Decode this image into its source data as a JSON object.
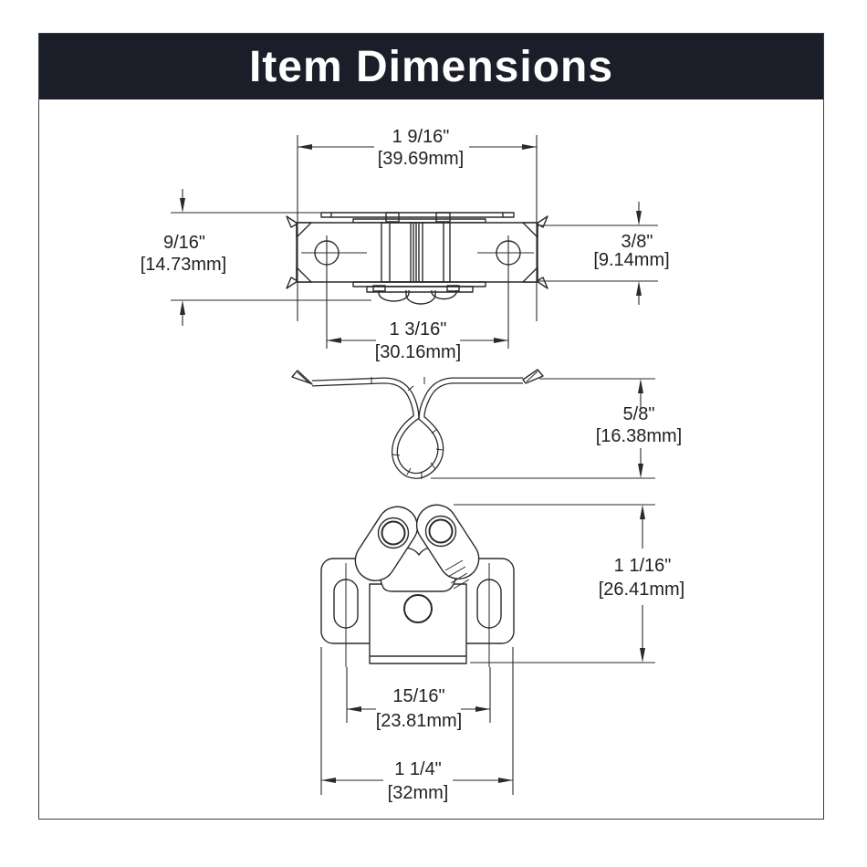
{
  "header": {
    "title": "Item Dimensions",
    "bg_color": "#1b1d28",
    "text_color": "#ffffff"
  },
  "drawing": {
    "line_color": "#2a2a2a",
    "views": [
      "top-view",
      "side-spring-clip-view",
      "front-view"
    ]
  },
  "dimensions": {
    "top_width": {
      "inches": "1 9/16\"",
      "mm": "[39.69mm]"
    },
    "left_height": {
      "inches": "9/16\"",
      "mm": "[14.73mm]"
    },
    "right_height": {
      "inches": "3/8\"",
      "mm": "[9.14mm]"
    },
    "hole_spacing": {
      "inches": "1 3/16\"",
      "mm": "[30.16mm]"
    },
    "clip_height": {
      "inches": "5/8\"",
      "mm": "[16.38mm]"
    },
    "front_height": {
      "inches": "1 1/16\"",
      "mm": "[26.41mm]"
    },
    "slot_spacing": {
      "inches": "15/16\"",
      "mm": "[23.81mm]"
    },
    "base_width": {
      "inches": "1 1/4\"",
      "mm": "[32mm]"
    }
  }
}
